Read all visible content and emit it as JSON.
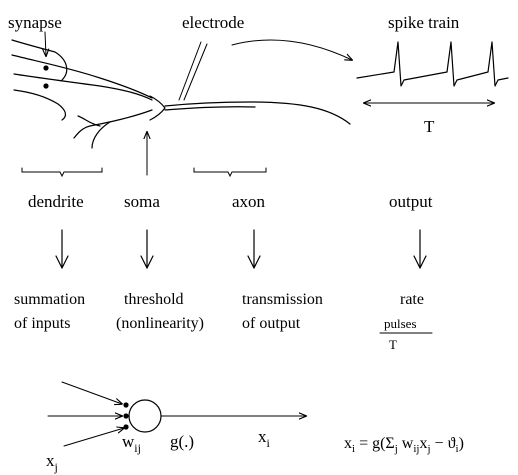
{
  "labels": {
    "synapse": "synapse",
    "electrode": "electrode",
    "spike_train": "spike train",
    "period": "T",
    "dendrite": "dendrite",
    "soma": "soma",
    "axon": "axon",
    "output": "output",
    "summation_line1": "summation",
    "summation_line2": "of inputs",
    "threshold_line1": "threshold",
    "threshold_line2": "(nonlinearity)",
    "transmission_line1": "transmission",
    "transmission_line2": "of output",
    "rate": "rate",
    "pulses": "pulses",
    "rate_denominator": "T"
  },
  "model": {
    "input_base": "x",
    "input_sub": "j",
    "weight_base": "w",
    "weight_sub": "ij",
    "activation": "g(.)",
    "output_base": "x",
    "output_sub": "i",
    "eq_lhs_base": "x",
    "eq_lhs_sub": "i",
    "eq_eq": " = g(",
    "eq_sum": "Σ",
    "eq_sum_sub": "j",
    "eq_w": " w",
    "eq_w_sub": "ij",
    "eq_x": "x",
    "eq_x_sub": "j",
    "eq_minus": " − ϑ",
    "eq_theta_sub": "i",
    "eq_close": ")"
  }
}
